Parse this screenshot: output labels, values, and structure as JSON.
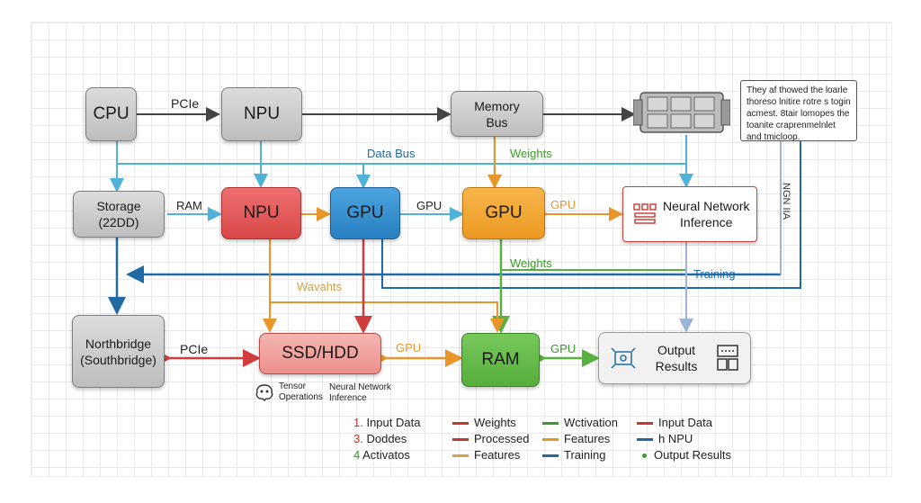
{
  "nodes": {
    "cpu": "CPU",
    "npu_top": "NPU",
    "memory_bus": [
      "Memory",
      "Bus"
    ],
    "storage": [
      "Storage",
      "(22DD)"
    ],
    "npu_mid": "NPU",
    "gpu_blue": "GPU",
    "gpu_orange": "GPU",
    "neural_network_inference": [
      "Neural Network",
      "Inference"
    ],
    "northbridge": [
      "Northbridge",
      "(Southbridge)"
    ],
    "ssd_hdd": "SSD/HDD",
    "ram": "RAM",
    "output_results": [
      "Output",
      "Results"
    ]
  },
  "labels": {
    "pcie_top": "PCIe",
    "data_bus": "Data Bus",
    "weights_top": "Weights",
    "ram_left": "RAM",
    "gpu_between": "GPU",
    "gpu_right": "GPU",
    "weights_mid": "Weights",
    "training": "Training",
    "wavahts": "Wavahts",
    "pcie_bottom": "PCIe",
    "gpu_bottom": "GPU",
    "gpu_bottom_right": "GPU",
    "tensor_operations": [
      "Tensor",
      "Operations"
    ],
    "neural_network_caption": [
      "Neural Network",
      "Inference"
    ],
    "vertical_text": "NGN IIA"
  },
  "note_text": "They af thowed the loarle thoreso lnitire rotre s togin acmest. 8tair lomopes the toanite craprenmelnlet and tmicloop.",
  "legend": [
    {
      "number": "1.",
      "text": "Input Data",
      "color": "#c0392b",
      "kind": "num"
    },
    {
      "number": "3.",
      "text": "Doddes",
      "color": "#c0392b",
      "kind": "num"
    },
    {
      "number": "4",
      "text": "Activatos",
      "color": "#3a9a2a",
      "kind": "num"
    },
    {
      "text": "Weights",
      "color": "#c0392b",
      "kind": "line"
    },
    {
      "text": "Processed",
      "color": "#c0392b",
      "kind": "line"
    },
    {
      "text": "Features",
      "color": "#d4a24a",
      "kind": "line"
    },
    {
      "text": "Wctivation",
      "color": "#3a9a2a",
      "kind": "line"
    },
    {
      "text": "Features",
      "color": "#e8962a",
      "kind": "line"
    },
    {
      "text": "Training",
      "color": "#1f6aa5",
      "kind": "line"
    },
    {
      "text": "Input Data",
      "color": "#c0392b",
      "kind": "line"
    },
    {
      "text": "h NPU",
      "color": "#1f6aa5",
      "kind": "line"
    },
    {
      "text": "Output Results",
      "color": "#3a9a2a",
      "kind": "dot"
    }
  ],
  "colors": {
    "blue_wire": "#4fb3d9",
    "dark_blue_wire": "#1f6aa5",
    "orange_wire": "#e8962a",
    "green_wire": "#58b040",
    "red_wire": "#d23c3c",
    "gray_wire": "#555555",
    "lavender_wire": "#9db4d8"
  }
}
